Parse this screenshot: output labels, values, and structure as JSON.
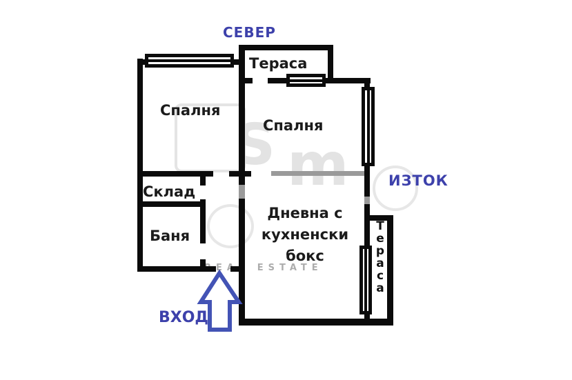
{
  "title": "apartment-floor-plan",
  "compass": {
    "north": "СЕВЕР",
    "east": "ИЗТОК",
    "entrance": "ВХОД"
  },
  "rooms": {
    "terrace_top": "Тераса",
    "bedroom_left": "Спалня",
    "bedroom_right": "Спалня",
    "storage": "Склад",
    "bathroom": "Баня",
    "living_line1": "Дневна с",
    "living_line2": "кухненски",
    "living_line3": "бокс",
    "terrace_right": "Тераса"
  },
  "watermark": {
    "text": "REAL ESTATE",
    "letter1": "S",
    "letter2": "m"
  },
  "colors": {
    "wall": "#0b0b0b",
    "wall_light": "#9a9a9a",
    "label": "#1b1b1b",
    "accent_blue": "#3d41ab",
    "arrow_blue": "#4353b5",
    "background": "#ffffff"
  }
}
